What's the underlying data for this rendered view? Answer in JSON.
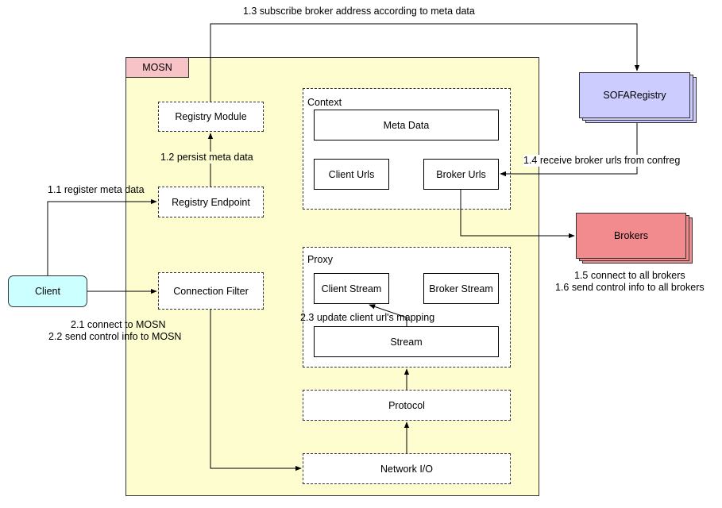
{
  "mosn": {
    "tab_label": "MOSN"
  },
  "nodes": {
    "registry_module": "Registry Module",
    "registry_endpoint": "Registry Endpoint",
    "connection_filter": "Connection Filter",
    "context_title": "Context",
    "meta_data": "Meta Data",
    "client_urls": "Client Urls",
    "broker_urls": "Broker Urls",
    "proxy_title": "Proxy",
    "client_stream": "Client Stream",
    "broker_stream": "Broker Stream",
    "stream": "Stream",
    "protocol": "Protocol",
    "network_io": "Network I/O",
    "client": "Client",
    "sofa_registry": "SOFARegistry",
    "brokers": "Brokers"
  },
  "edges": {
    "e1_1": "1.1 register meta data",
    "e1_2": "1.2 persist meta data",
    "e1_3": "1.3 subscribe broker address according to meta data",
    "e1_4": "1.4 receive broker urls from confreg",
    "e1_5": "1.5 connect to all brokers",
    "e1_6": "1.6 send control info to all brokers",
    "e2_1": "2.1 connect to MOSN",
    "e2_2": "2.2 send control info to MOSN",
    "e2_3": "2.3 update client url's mapping"
  },
  "colors": {
    "mosn_fill": "#fdfdd0",
    "mosn_tab": "#f8c3c6",
    "client_fill": "#ccffff",
    "sofa_fill": "#ccccff",
    "brokers_fill": "#f28b8e"
  }
}
